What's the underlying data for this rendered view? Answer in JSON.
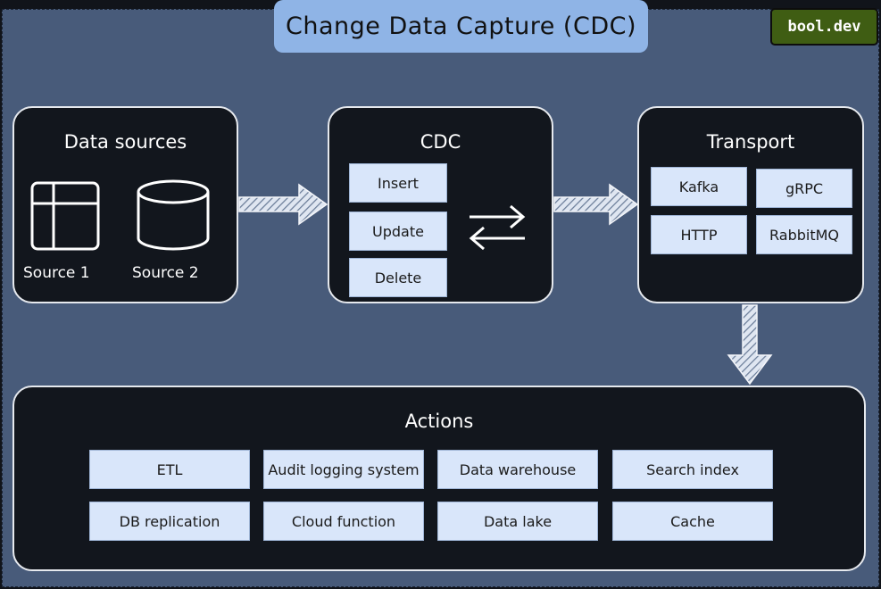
{
  "title": "Change Data Capture (CDC)",
  "brand": "bool.dev",
  "data_sources": {
    "title": "Data sources",
    "sources": [
      "Source 1",
      "Source 2"
    ]
  },
  "cdc": {
    "title": "CDC",
    "operations": [
      "Insert",
      "Update",
      "Delete"
    ]
  },
  "transport": {
    "title": "Transport",
    "items": [
      "Kafka",
      "gRPC",
      "HTTP",
      "RabbitMQ"
    ]
  },
  "actions": {
    "title": "Actions",
    "items": [
      "ETL",
      "Audit logging system",
      "Data warehouse",
      "Search index",
      "DB replication",
      "Cloud function",
      "Data lake",
      "Cache"
    ]
  },
  "colors": {
    "background": "#485b7a",
    "title_box": "#8fb4e6",
    "panel": "#12161d",
    "chip": "#d9e6fa",
    "brand": "#3f5d13"
  }
}
